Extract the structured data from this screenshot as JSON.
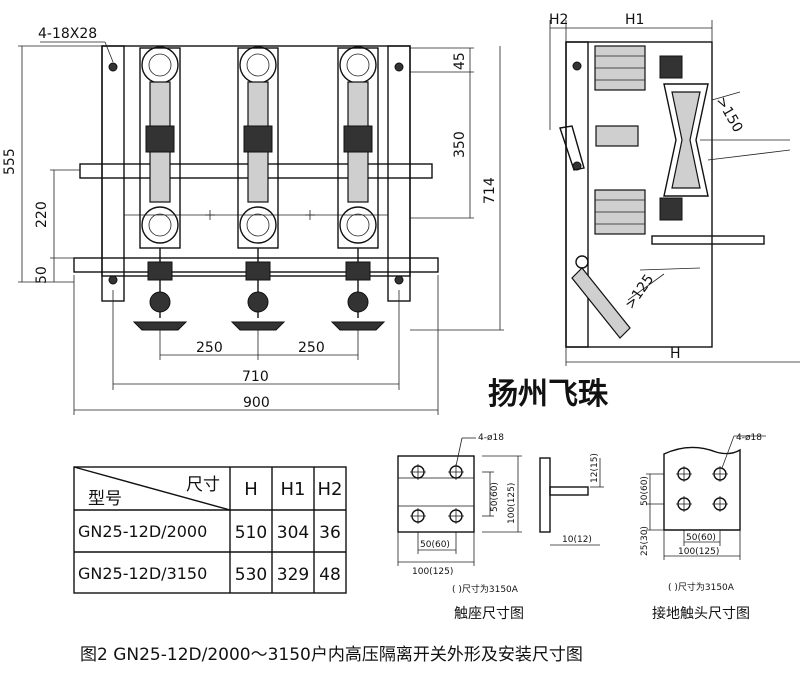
{
  "front_view": {
    "hole_note": "4-18X28",
    "dims": {
      "overall_height": "555",
      "d220": "220",
      "d50": "50",
      "d250a": "250",
      "d250b": "250",
      "d710": "710",
      "d900": "900",
      "d45": "45",
      "d350": "350",
      "d714": "714"
    }
  },
  "side_view": {
    "h2": "H2",
    "h1": "H1",
    "h": "H",
    "angle1": ">150",
    "angle2": ">125"
  },
  "watermark": "扬州飞珠",
  "table": {
    "header_model": "型号",
    "header_size": "尺寸",
    "cols": [
      "H",
      "H1",
      "H2"
    ],
    "rows": [
      {
        "model": "GN25-12D/2000",
        "H": "510",
        "H1": "304",
        "H2": "36"
      },
      {
        "model": "GN25-12D/3150",
        "H": "530",
        "H1": "329",
        "H2": "48"
      }
    ]
  },
  "contact_seat": {
    "hole": "4-ø18",
    "d50_60": "50(60)",
    "d100_125": "100(125)",
    "d50_60b": "50(60)",
    "d100_125b": "100(125)",
    "d12_15": "12(15)",
    "d10_12": "10(12)",
    "note": "( )尺寸为3150A",
    "caption": "触座尺寸图"
  },
  "ground_contact": {
    "hole": "4-ø18",
    "d50_60": "50(60)",
    "d25_30": "25(30)",
    "d50_60b": "50(60)",
    "d100_125": "100(125)",
    "note": "( )尺寸为3150A",
    "caption": "接地触头尺寸图"
  },
  "figure_caption": "图2    GN25-12D/2000～3150户内高压隔离开关外形及安装尺寸图"
}
